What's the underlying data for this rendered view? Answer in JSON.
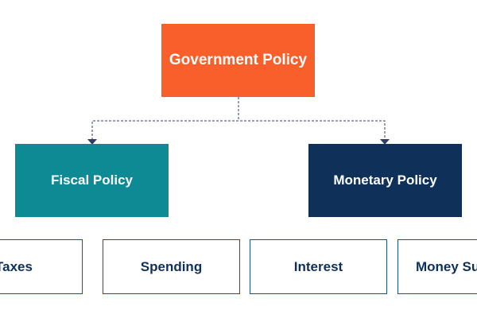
{
  "diagram": {
    "root": {
      "label": "Government Policy"
    },
    "branches": [
      {
        "label": "Fiscal Policy",
        "children": [
          "Taxes",
          "Spending"
        ]
      },
      {
        "label": "Monetary Policy",
        "children": [
          "Interest",
          "Money Supply"
        ]
      }
    ]
  },
  "colors": {
    "root_fill": "#f95f2b",
    "fiscal_fill": "#0d8a94",
    "monetary_fill": "#0f3159",
    "leaf_border": "#1e4f8f",
    "leaf_text": "#0f3159",
    "connector": "#2f3f63"
  }
}
